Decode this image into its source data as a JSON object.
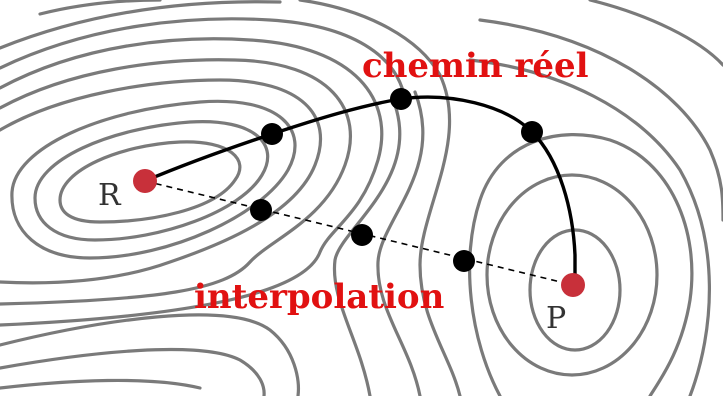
{
  "labels": {
    "real_path": "chemin réel",
    "interpolation": "interpolation",
    "start_point": "R",
    "end_point": "P"
  },
  "colors": {
    "label_red": "#e11111",
    "endpoint_red": "#c8303a",
    "contour_gray": "#7a7a7a",
    "path_black": "#000000"
  }
}
